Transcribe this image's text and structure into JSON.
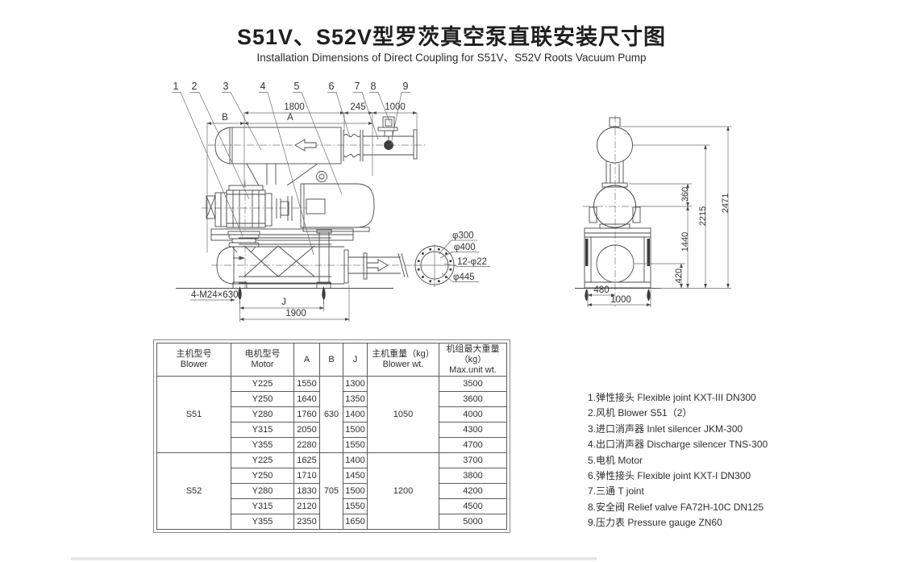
{
  "title": {
    "zh": "S51V、S52V型罗茨真空泵直联安装尺寸图",
    "en": "Installation Dimensions of Direct Coupling for S51V、S52V Roots Vacuum Pump"
  },
  "drawing": {
    "callouts": [
      "1",
      "2",
      "3",
      "4",
      "5",
      "6",
      "7",
      "8",
      "9"
    ],
    "side": {
      "dim_1800": "1800",
      "dim_245": "245",
      "dim_1000": "1000",
      "dim_B": "B",
      "dim_A": "A",
      "dim_J": "J",
      "dim_1900": "1900",
      "anchor_label": "4-M24×630",
      "flange": {
        "d300": "φ300",
        "d400": "φ400",
        "holes": "12-φ22",
        "d445": "φ445"
      }
    },
    "end": {
      "dim_360": "360",
      "dim_2215": "2215",
      "dim_2471": "2471",
      "dim_1440": "1440",
      "dim_420": "420",
      "dim_480": "480",
      "dim_1000": "1000"
    }
  },
  "table": {
    "headers": {
      "blower_zh": "主机型号",
      "blower_en": "Blower",
      "motor_zh": "电机型号",
      "motor_en": "Motor",
      "a": "A",
      "b": "B",
      "j": "J",
      "wt_zh": "主机重量（kg）",
      "wt_en": "Blower wt.",
      "max_zh": "机组最大重量（kg）",
      "max_en": "Max.unit wt."
    },
    "groups": [
      {
        "blower": "S51",
        "b": "630",
        "wt": "1050",
        "rows": [
          {
            "motor": "Y225",
            "a": "1550",
            "j": "1300",
            "max": "3500"
          },
          {
            "motor": "Y250",
            "a": "1640",
            "j": "1350",
            "max": "3600"
          },
          {
            "motor": "Y280",
            "a": "1760",
            "j": "1400",
            "max": "4000"
          },
          {
            "motor": "Y315",
            "a": "2050",
            "j": "1500",
            "max": "4300"
          },
          {
            "motor": "Y355",
            "a": "2280",
            "j": "1550",
            "max": "4700"
          }
        ]
      },
      {
        "blower": "S52",
        "b": "705",
        "wt": "1200",
        "rows": [
          {
            "motor": "Y225",
            "a": "1625",
            "j": "1400",
            "max": "3700"
          },
          {
            "motor": "Y250",
            "a": "1710",
            "j": "1450",
            "max": "3800"
          },
          {
            "motor": "Y280",
            "a": "1830",
            "j": "1500",
            "max": "4200"
          },
          {
            "motor": "Y315",
            "a": "2120",
            "j": "1550",
            "max": "4500"
          },
          {
            "motor": "Y355",
            "a": "2350",
            "j": "1650",
            "max": "5000"
          }
        ]
      }
    ]
  },
  "legend": {
    "items": [
      "1.弹性接头  Flexible joint  KXT-III DN300",
      "2.风机  Blower  S51（2）",
      "3.进口消声器  Inlet silencer   JKM-300",
      "4.出口消声器  Discharge silencer   TNS-300",
      "5.电机  Motor",
      "6.弹性接头  Flexible joint   KXT-I DN300",
      "7.三通  T joint",
      "8.安全阀  Relief  valve  FA72H-10C DN125",
      "9.压力表  Pressure gauge  ZN60"
    ]
  }
}
